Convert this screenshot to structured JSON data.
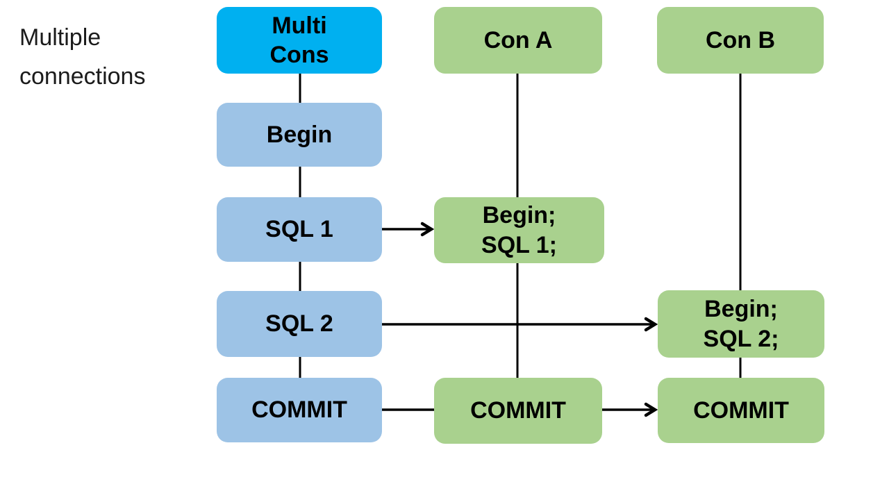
{
  "title": "Multiple connections",
  "colors": {
    "header_cyan": "#00B0F0",
    "step_blue": "#9DC3E6",
    "connection_green": "#A9D18E",
    "line_color": "#000000",
    "text_color": "#000000",
    "background": "#FFFFFF"
  },
  "nodes": {
    "multi_cons": {
      "lines": [
        "Multi",
        "Cons"
      ],
      "color_key": "header_cyan"
    },
    "begin": {
      "lines": [
        "Begin"
      ],
      "color_key": "step_blue"
    },
    "sql1": {
      "lines": [
        "SQL 1"
      ],
      "color_key": "step_blue"
    },
    "sql2": {
      "lines": [
        "SQL 2"
      ],
      "color_key": "step_blue"
    },
    "commit_main": {
      "lines": [
        "COMMIT"
      ],
      "color_key": "step_blue"
    },
    "con_a": {
      "lines": [
        "Con A"
      ],
      "color_key": "connection_green"
    },
    "begin_sql1": {
      "lines": [
        "Begin;",
        "SQL 1;"
      ],
      "color_key": "connection_green"
    },
    "commit_a": {
      "lines": [
        "COMMIT"
      ],
      "color_key": "connection_green"
    },
    "con_b": {
      "lines": [
        "Con B"
      ],
      "color_key": "connection_green"
    },
    "begin_sql2": {
      "lines": [
        "Begin;",
        "SQL 2;"
      ],
      "color_key": "connection_green"
    },
    "commit_b": {
      "lines": [
        "COMMIT"
      ],
      "color_key": "connection_green"
    }
  },
  "connectors": [
    {
      "from": "multi_cons",
      "to": "begin",
      "arrow": false
    },
    {
      "from": "begin",
      "to": "sql1",
      "arrow": false
    },
    {
      "from": "sql1",
      "to": "sql2",
      "arrow": false
    },
    {
      "from": "sql2",
      "to": "commit_main",
      "arrow": false
    },
    {
      "from": "con_a",
      "to": "commit_a",
      "arrow": false
    },
    {
      "from": "con_b",
      "to": "begin_sql2",
      "arrow": false
    },
    {
      "from": "begin_sql2",
      "to": "commit_b",
      "arrow": false
    },
    {
      "from": "sql1",
      "to": "begin_sql1",
      "arrow": true
    },
    {
      "from": "sql2",
      "to": "begin_sql2",
      "arrow": true
    },
    {
      "from": "commit_main",
      "to": "commit_a",
      "arrow": false
    },
    {
      "from": "commit_a",
      "to": "commit_b",
      "arrow": true
    }
  ]
}
